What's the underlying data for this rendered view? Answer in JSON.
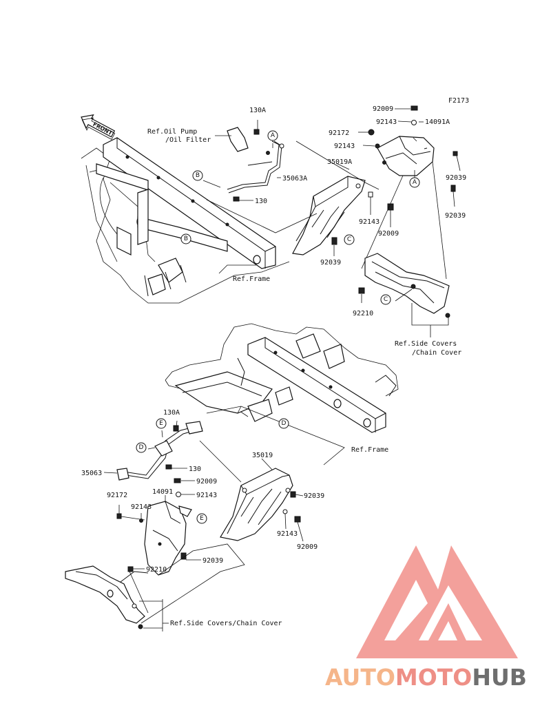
{
  "diagram_code": "F2173",
  "front_label": "FRONT",
  "callouts": [
    "A",
    "B",
    "C",
    "D",
    "E"
  ],
  "top": {
    "p130A": "130A",
    "ref_oil_pump_1": "Ref.Oil Pump",
    "ref_oil_pump_2": "/Oil Filter",
    "p35063A": "35063A",
    "p130": "130",
    "ref_frame": "Ref.Frame",
    "p35019A": "35019A",
    "p92039_a": "92039",
    "p92143_a": "92143",
    "p92009_a": "92009",
    "p92009_b": "92009",
    "p92143_b": "92143",
    "p14091A": "14091A",
    "p92172": "92172",
    "p92143_c": "92143",
    "p92039_b": "92039",
    "p92039_c": "92039",
    "p92210": "92210",
    "ref_side_1": "Ref.Side Covers",
    "ref_side_2": "/Chain Cover"
  },
  "bottom": {
    "p130A": "130A",
    "p35063": "35063",
    "p130": "130",
    "ref_frame": "Ref.Frame",
    "p35019": "35019",
    "p92009_a": "92009",
    "p92143_a": "92143",
    "p14091": "14091",
    "p92172": "92172",
    "p92143_b": "92143",
    "p92039_a": "92039",
    "p92039_b": "92039",
    "p92143_c": "92143",
    "p92009_b": "92009",
    "p92210": "92210",
    "ref_side": "Ref.Side Covers/Chain Cover"
  },
  "watermark": {
    "part1": "AUTO",
    "part2": "MOTO",
    "part3": "HUB",
    "color_light": "#f5b58a",
    "color_mid": "#ee8f86",
    "color_dark": "#6e6e6e"
  }
}
